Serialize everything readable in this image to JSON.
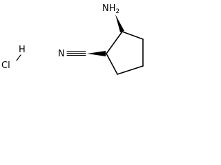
{
  "structure": {
    "labels": {
      "amine": "NH2",
      "nitrile_n": "N",
      "chlorine": "Cl",
      "hydrogen": "H"
    },
    "stereo": "cis",
    "colors": {
      "ink": "#000000",
      "background": "#ffffff"
    }
  }
}
